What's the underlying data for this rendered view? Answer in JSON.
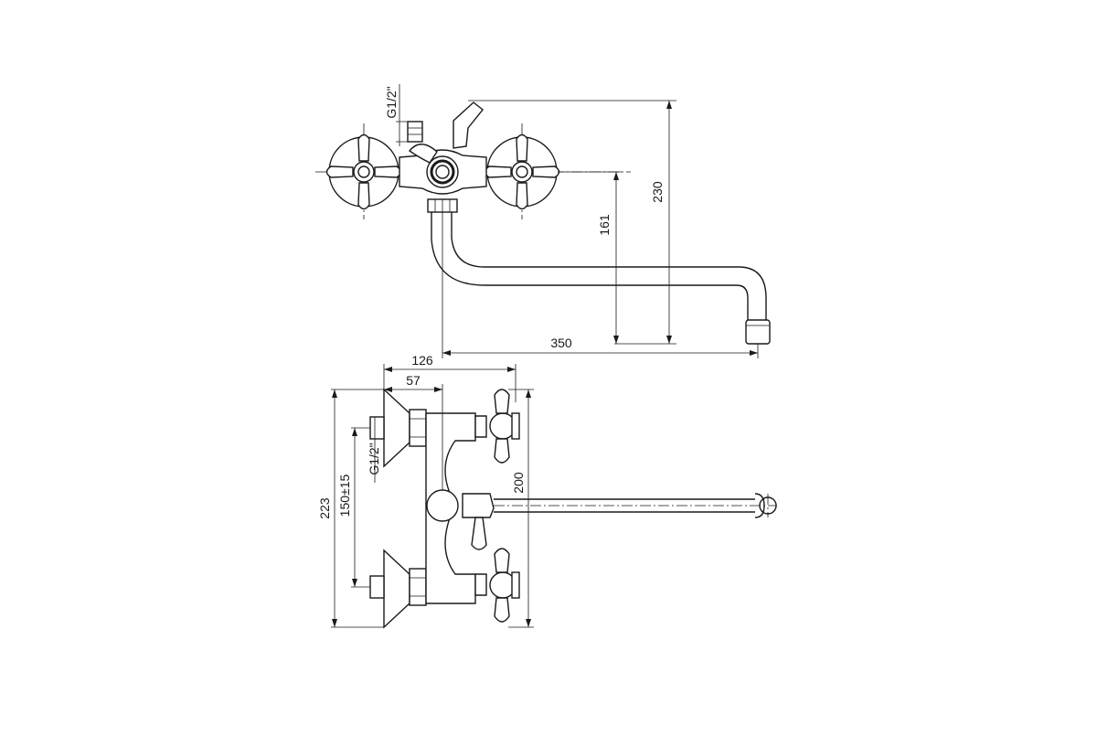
{
  "top_view": {
    "dims": {
      "height_total": "230",
      "height_outlet": "161",
      "spout_reach": "350",
      "thread": "G1/2\""
    }
  },
  "bottom_view": {
    "dims": {
      "depth_total": "126",
      "depth_body": "57",
      "height_total": "223",
      "eccentric": "150±15",
      "thread": "G1/2\"",
      "height_handles": "200"
    }
  }
}
